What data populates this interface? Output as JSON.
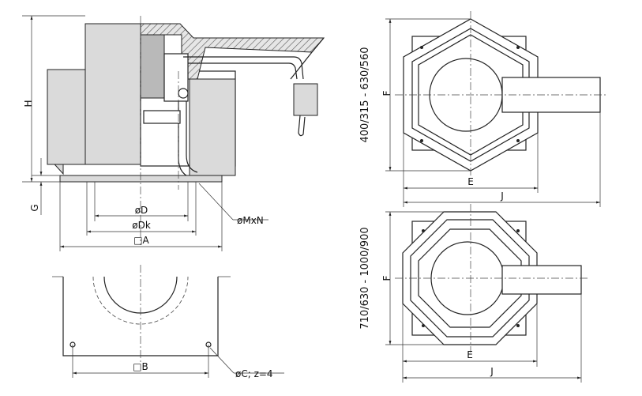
{
  "drawing": {
    "side_view": {
      "height_label": "H",
      "base_height_label": "G",
      "diameter_d_label": "øD",
      "diameter_dk_label": "øDk",
      "square_a_label": "□A",
      "bolt_label": "øMxN"
    },
    "bottom_view": {
      "square_b_label": "□B",
      "hole_label": "øC;  z=4"
    },
    "hexagon_view": {
      "size_range": "400/315 - 630/560",
      "f_label": "F",
      "e_label": "E",
      "j_label": "J"
    },
    "octagon_view": {
      "size_range": "710/630 - 1000/900",
      "f_label": "F",
      "e_label": "E",
      "j_label": "J"
    }
  }
}
